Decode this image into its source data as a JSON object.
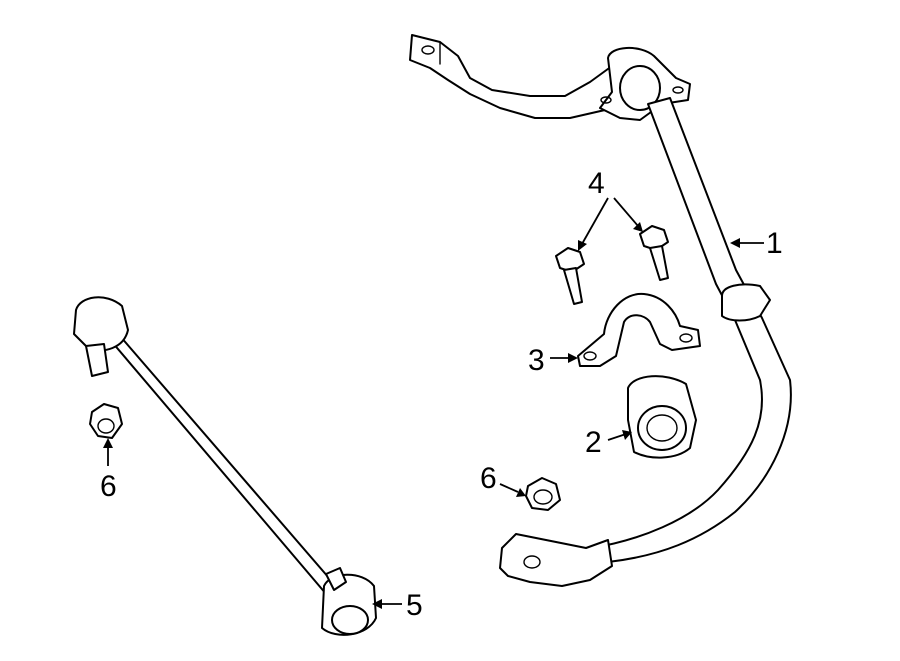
{
  "diagram": {
    "callouts": [
      {
        "id": "1",
        "label": "1"
      },
      {
        "id": "2",
        "label": "2"
      },
      {
        "id": "3",
        "label": "3"
      },
      {
        "id": "4",
        "label": "4"
      },
      {
        "id": "5",
        "label": "5"
      },
      {
        "id": "6a",
        "label": "6"
      },
      {
        "id": "6b",
        "label": "6"
      }
    ]
  }
}
